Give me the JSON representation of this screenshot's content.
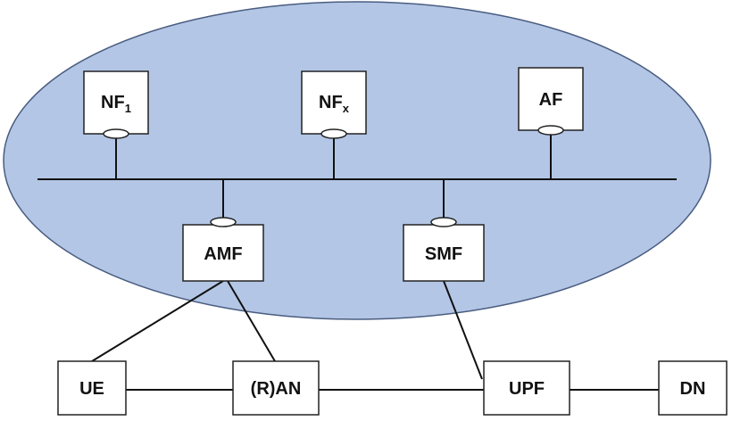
{
  "diagram": {
    "colors": {
      "cloud_fill": "#b3c6e6",
      "cloud_stroke": "#4a5d80",
      "box_fill": "#ffffff",
      "box_stroke": "#222222",
      "line": "#111111",
      "port_fill": "#ffffff"
    },
    "nodes": {
      "nf1": {
        "text": "NF",
        "sub": "1"
      },
      "nfx": {
        "text": "NF",
        "sub": "x"
      },
      "af": {
        "text": "AF"
      },
      "amf": {
        "text": "AMF"
      },
      "smf": {
        "text": "SMF"
      },
      "ue": {
        "text": "UE"
      },
      "ran": {
        "text": "(R)AN"
      },
      "upf": {
        "text": "UPF"
      },
      "dn": {
        "text": "DN"
      }
    },
    "connections": [
      [
        "nf1",
        "bus"
      ],
      [
        "nfx",
        "bus"
      ],
      [
        "af",
        "bus"
      ],
      [
        "amf",
        "bus"
      ],
      [
        "smf",
        "bus"
      ],
      [
        "amf",
        "ue"
      ],
      [
        "amf",
        "ran"
      ],
      [
        "smf",
        "upf"
      ],
      [
        "ue",
        "ran"
      ],
      [
        "ran",
        "upf"
      ],
      [
        "upf",
        "dn"
      ]
    ]
  }
}
